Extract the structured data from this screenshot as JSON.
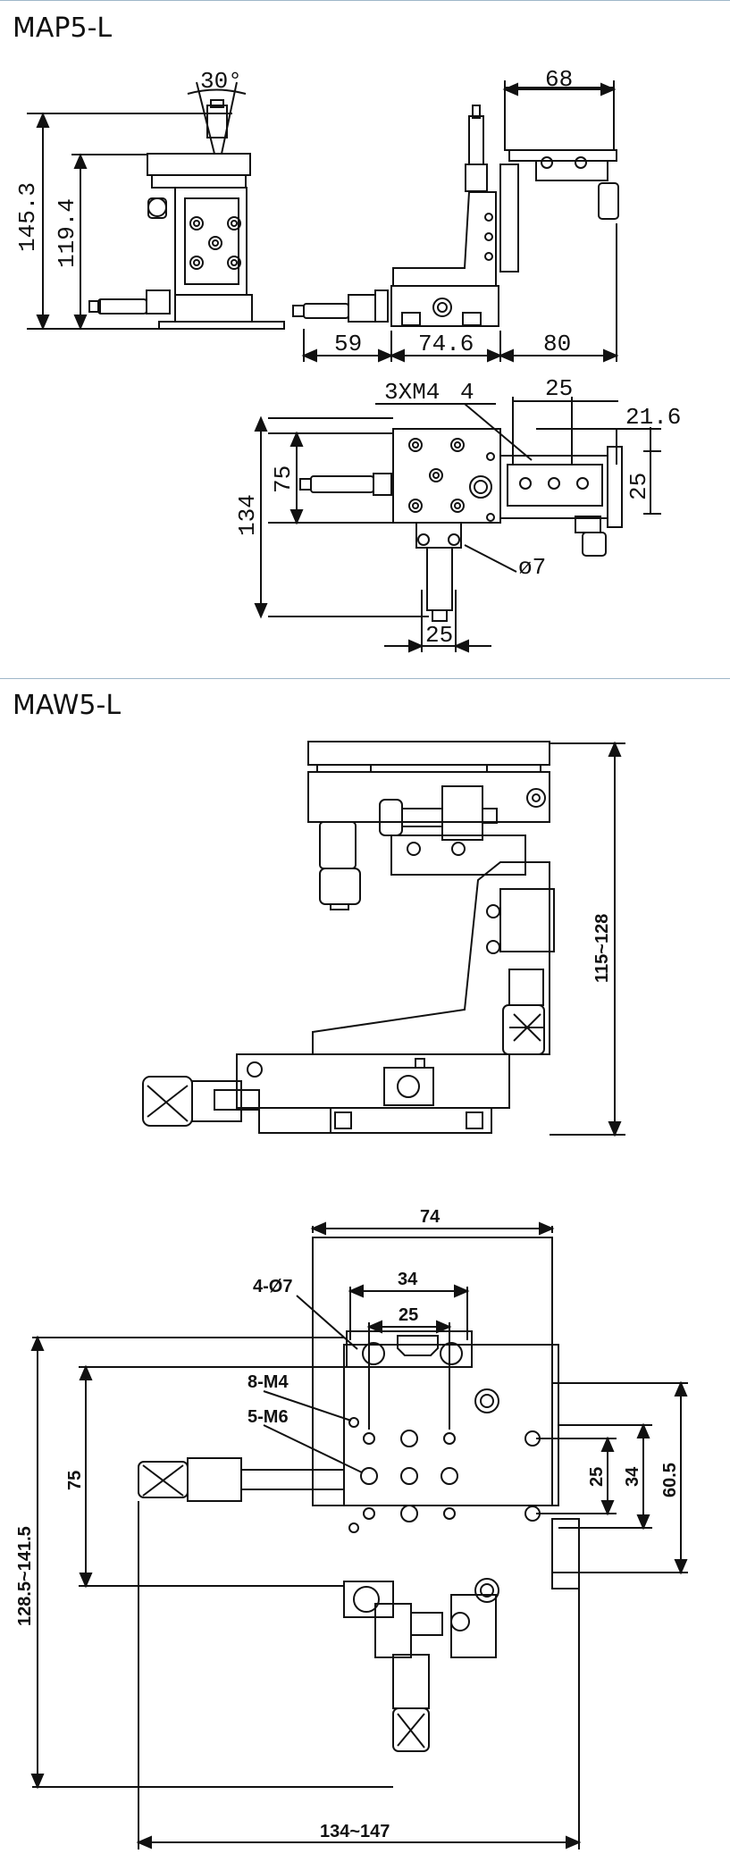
{
  "sections": [
    {
      "title": "MAP5-L",
      "dimensions": {
        "angle": "30°",
        "height_total": "145.3",
        "height_partial": "119.4",
        "top_width": "68",
        "side_left": "59",
        "side_mid": "74.6",
        "side_right": "80",
        "thread_callout": "3XM4",
        "thread_depth": "4",
        "hole_spacing_a": "25",
        "offset": "21.6",
        "hole_spacing_b": "25",
        "height_plan": "134",
        "block_height": "75",
        "diameter": "ø7",
        "bottom_width": "25"
      }
    },
    {
      "title": "MAW5-L",
      "dimensions": {
        "height_range": "115~128",
        "width_top": "74",
        "width_34": "34",
        "width_25": "25",
        "holes_7": "4-Ø7",
        "holes_m4": "8-M4",
        "holes_m6": "5-M6",
        "height_75": "75",
        "height_range_plan": "128.5~141.5",
        "right_25": "25",
        "right_34": "34",
        "right_605": "60.5",
        "width_range": "134~147"
      }
    }
  ]
}
